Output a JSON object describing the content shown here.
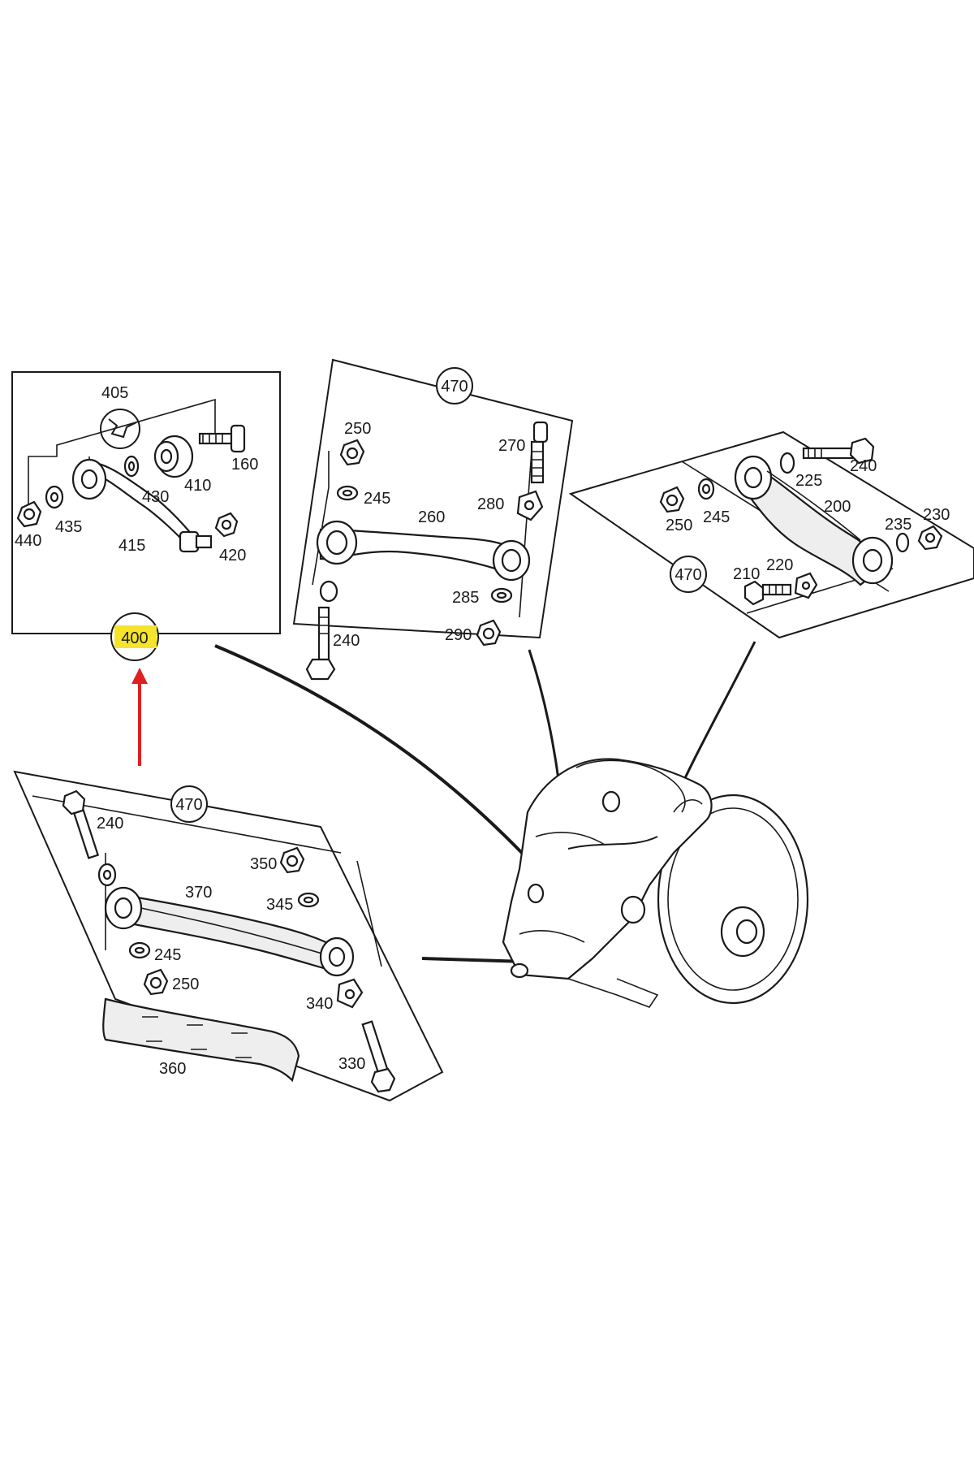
{
  "panels": {
    "top_left": {
      "callout": "400",
      "labels": [
        "405",
        "160",
        "410",
        "430",
        "440",
        "435",
        "415",
        "420"
      ]
    },
    "top_middle": {
      "callout": "470",
      "labels": [
        "250",
        "270",
        "245",
        "280",
        "260",
        "285",
        "240",
        "290"
      ]
    },
    "top_right": {
      "callout": "470",
      "labels": [
        "240",
        "225",
        "250",
        "245",
        "200",
        "235",
        "230",
        "210",
        "220"
      ]
    },
    "bottom_left": {
      "callout": "470",
      "labels": [
        "240",
        "350",
        "370",
        "345",
        "245",
        "250",
        "340",
        "330",
        "360"
      ]
    }
  },
  "highlight": {
    "color": "#f5e42a",
    "arrow_color": "#e02020"
  }
}
